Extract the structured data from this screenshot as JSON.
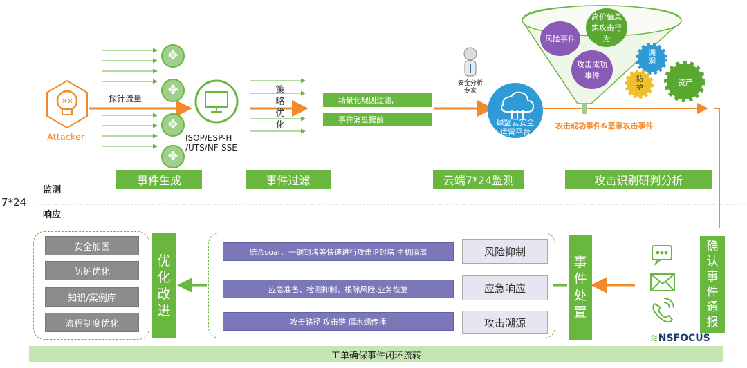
{
  "attacker": {
    "label": "Attacker",
    "icon": "skull-icon"
  },
  "probe_flow": "探针流量",
  "isop_label": [
    "ISOP/ESP-H",
    "/UTS/NF-SSE"
  ],
  "strategy_opt": [
    "策",
    "略",
    "优",
    "化"
  ],
  "filter_bar": {
    "line1": "场景化规则过滤,",
    "line2": "事件消息提前"
  },
  "expert_label": [
    "安全分析",
    "专家"
  ],
  "cloud_platform": [
    "绿盟云安全",
    "运营平台"
  ],
  "funnel": {
    "risk_event": "风险事件",
    "high_value": "高价值真实攻击行为",
    "success_event": "攻击成功事件"
  },
  "gears": {
    "vuln": [
      "漏",
      "洞"
    ],
    "protect": [
      "防",
      "护"
    ],
    "asset": "资产"
  },
  "success_malicious": "攻击成功事件&恶意攻击事件",
  "stages": [
    "事件生成",
    "事件过滤",
    "云端7*24监测",
    "攻击识别研判分析"
  ],
  "monitor": "监测",
  "respond": "响应",
  "seven24": "7*24",
  "optimize_items": [
    "安全加固",
    "防护优化",
    "知识/案例库",
    "流程制度优化"
  ],
  "optimize_title": [
    "优",
    "化",
    "改",
    "进"
  ],
  "disposal_rows": [
    {
      "desc": "结合soar、一键封堵等快速进行攻击IP封堵 主机隔离",
      "label": "风险抑制"
    },
    {
      "desc": "应急准备、检测抑制、根除风险,业务恢复",
      "label": "应急响应"
    },
    {
      "desc": "攻击路径 攻击链 僵木蠕传播",
      "label": "攻击溯源"
    }
  ],
  "disposal_title": [
    "事",
    "件",
    "处",
    "置"
  ],
  "confirm_title": [
    "确",
    "认",
    "事",
    "件",
    "通",
    "报"
  ],
  "brand": "NSFOCUS",
  "ticket_bar": "工单确保事件闭环流转",
  "colors": {
    "green": "#6ab73f",
    "orange": "#f08a2c",
    "purple": "#8a5ab7",
    "grey": "#8c8c8c"
  }
}
